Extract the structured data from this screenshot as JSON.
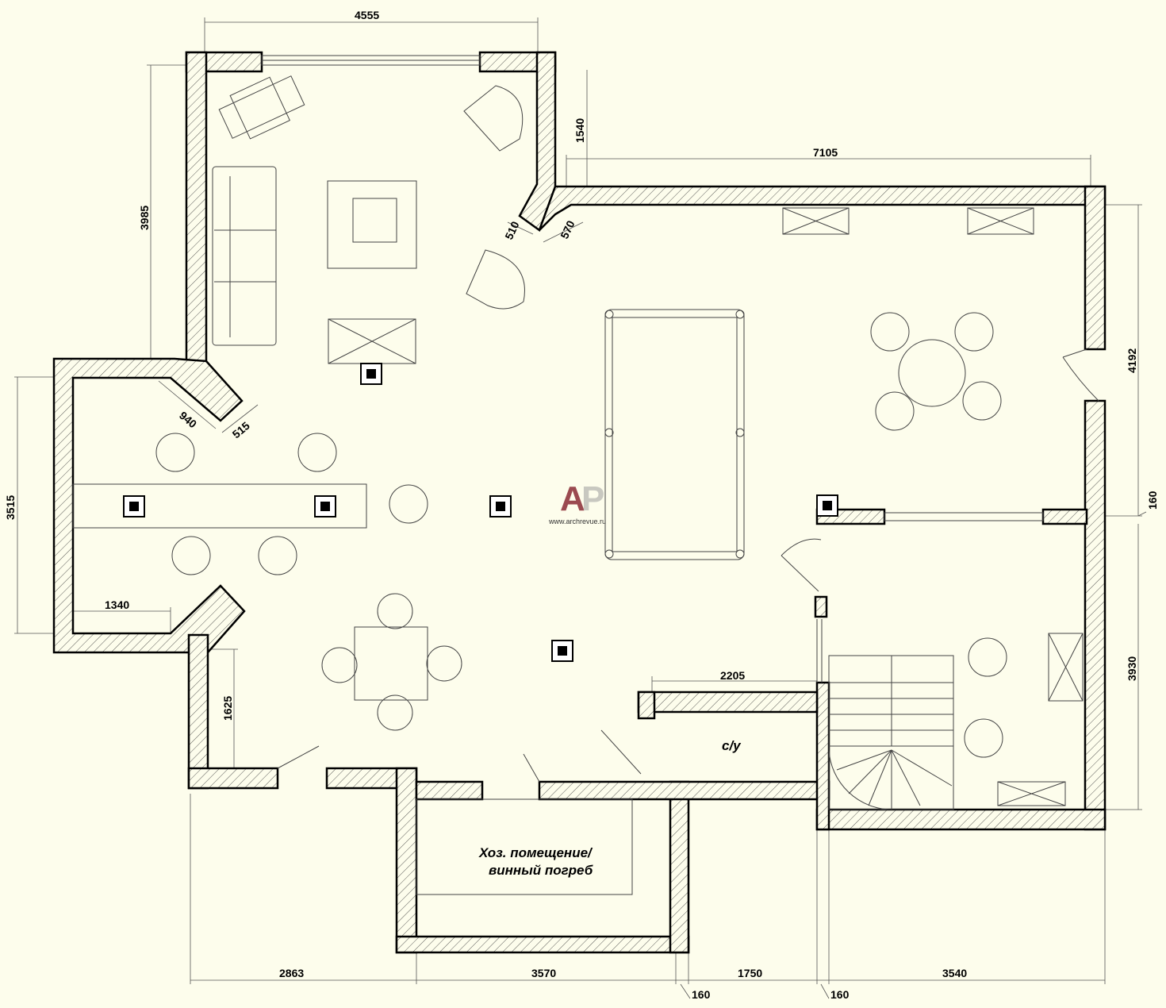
{
  "rooms": {
    "wc": "с/у",
    "storage_line1": "Хоз. помещение/",
    "storage_line2": "винный погреб"
  },
  "watermark": {
    "logo": "AP",
    "url": "www.archrevue.ru",
    "logo_color_a": "#9b4a50",
    "logo_color_p": "#c8c8c0"
  },
  "dimensions": {
    "top_width": "4555",
    "right_top_width": "7105",
    "left_height": "3985",
    "window_offset": "1540",
    "diag_510": "510",
    "diag_570": "570",
    "diag_940": "940",
    "diag_515": "515",
    "bay_height": "3515",
    "bay_depth": "1340",
    "lower_left_height": "1625",
    "wc_width": "2205",
    "right_height_top": "4192",
    "partition": "160",
    "right_height_bottom": "3930",
    "bottom_1": "2863",
    "bottom_2": "3570",
    "bottom_3": "1750",
    "bottom_4": "3540",
    "bottom_wall_a": "160",
    "bottom_wall_b": "160"
  }
}
